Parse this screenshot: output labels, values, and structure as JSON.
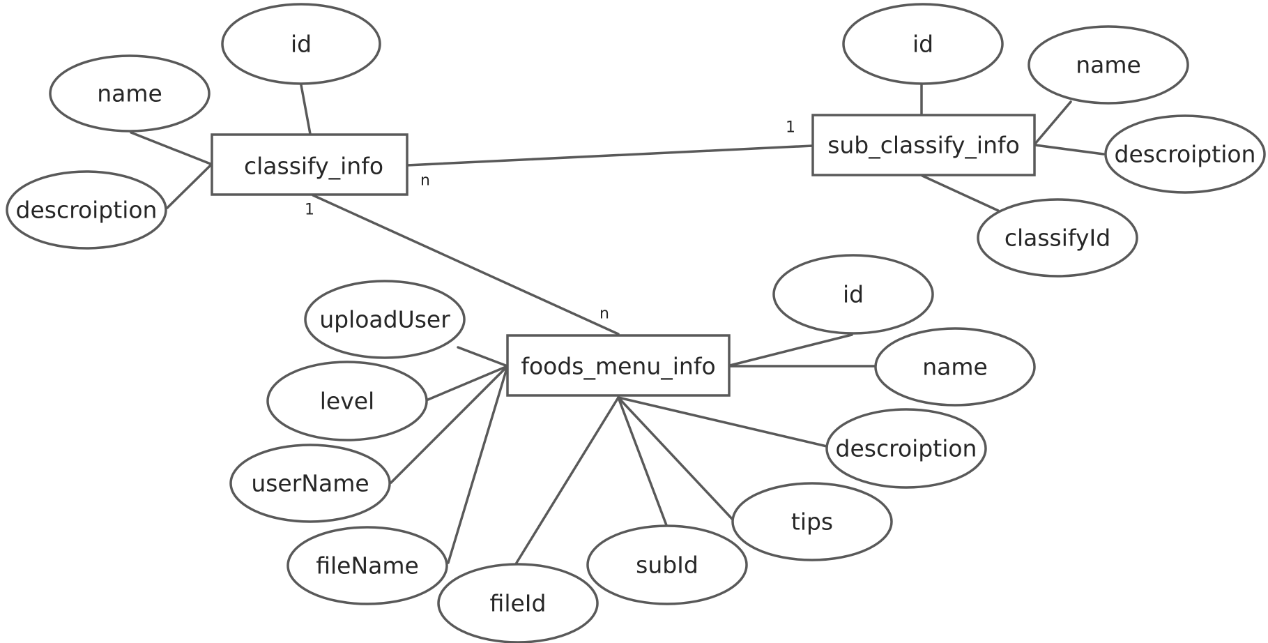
{
  "entities": {
    "classify_info": "classify_info",
    "sub_classify_info": "sub_classify_info",
    "foods_menu_info": "foods_menu_info"
  },
  "attributes": {
    "classify_info": {
      "id": "id",
      "name": "name",
      "description": "descroiption"
    },
    "sub_classify_info": {
      "id": "id",
      "name": "name",
      "description": "descroiption",
      "classifyId": "classifyId"
    },
    "foods_menu_info": {
      "id": "id",
      "name": "name",
      "description": "descroiption",
      "tips": "tips",
      "subId": "subId",
      "fileId": "fileId",
      "fileName": "fileName",
      "userName": "userName",
      "level": "level",
      "uploadUser": "uploadUser"
    }
  },
  "relationships": {
    "classify_to_sub": {
      "classify_side": "n",
      "sub_side": "1"
    },
    "classify_to_foods": {
      "classify_side": "1",
      "foods_side": "n"
    }
  },
  "colors": {
    "stroke": "#595959",
    "text": "#262626",
    "background": "#ffffff"
  }
}
